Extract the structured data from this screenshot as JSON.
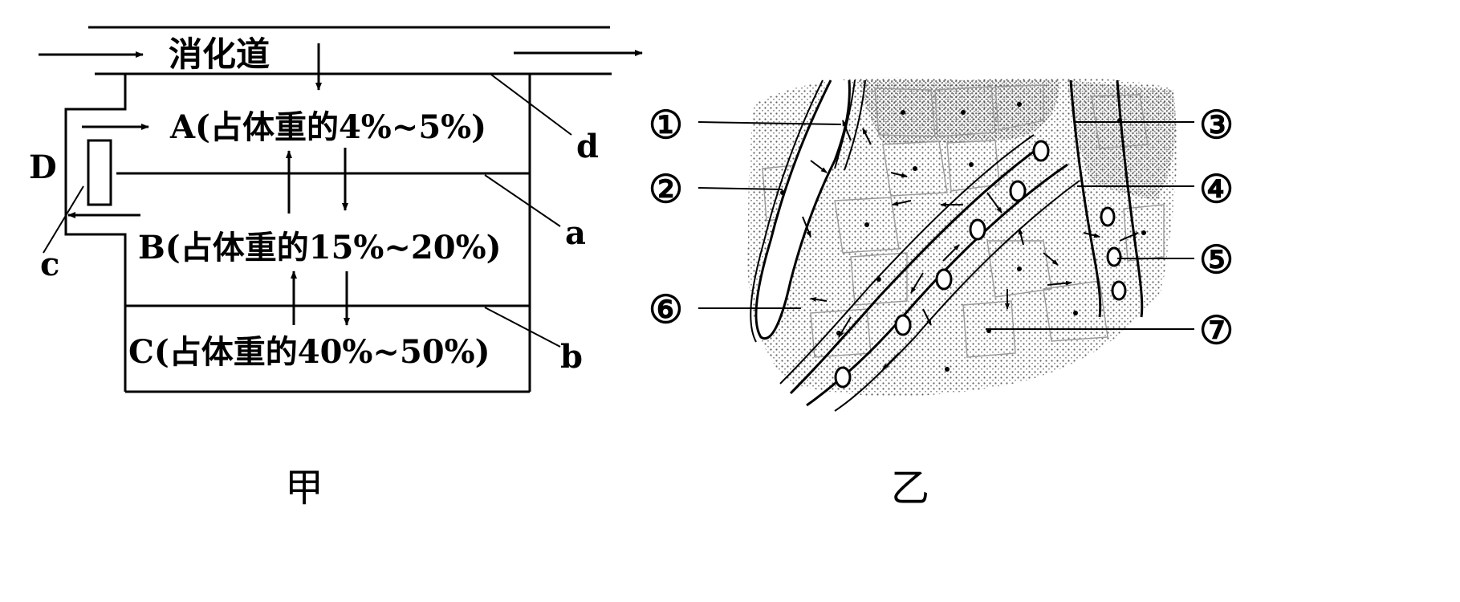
{
  "diagram_left": {
    "digestive_tract_label": "消化道",
    "compartment_a": "A(占体重的4%~5%)",
    "compartment_b": "B(占体重的15%~20%)",
    "compartment_c": "C(占体重的40%~50%)",
    "label_D": "D",
    "label_a": "a",
    "label_b": "b",
    "label_c": "c",
    "label_d": "d",
    "caption": "甲"
  },
  "diagram_right": {
    "labels": [
      "①",
      "②",
      "③",
      "④",
      "⑤",
      "⑥",
      "⑦"
    ],
    "caption": "乙"
  }
}
